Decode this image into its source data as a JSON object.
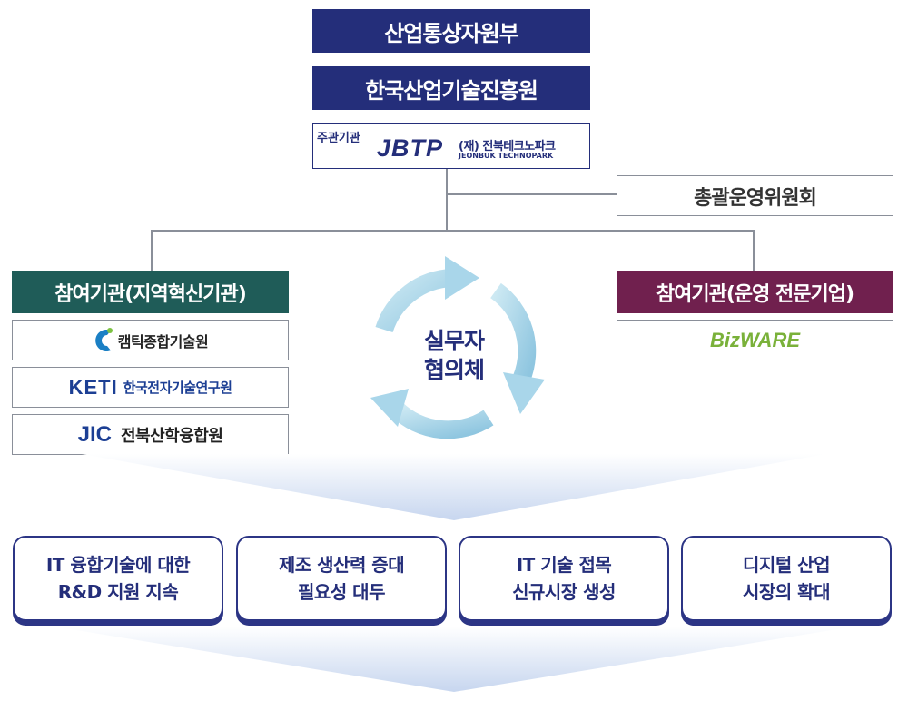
{
  "top": {
    "ministry": "산업통상자원부",
    "agency": "한국산업기술진흥원"
  },
  "lead": {
    "tag": "주관기관",
    "logo_text": "JBTP",
    "korean_name": "(재) 전북테크노파크",
    "english_name": "JEONBUK TECHNOPARK"
  },
  "committee": "총괄운영위원회",
  "left_group": {
    "header": "참여기관(지역혁신기관)",
    "orgs": [
      {
        "name": "캠틱종합기술원"
      },
      {
        "logo": "KETI",
        "name": "한국전자기술연구원"
      },
      {
        "logo": "JIC",
        "name": "전북산학융합원"
      }
    ]
  },
  "right_group": {
    "header": "참여기관(운영 전문기업)",
    "org_logo": "BizWARE"
  },
  "cycle": {
    "line1": "실무자",
    "line2": "협의체"
  },
  "outcomes": [
    {
      "line1": "IT 융합기술에 대한",
      "line2": "R&D 지원 지속"
    },
    {
      "line1": "제조 생산력 증대",
      "line2": "필요성 대두"
    },
    {
      "line1": "IT 기술 접목",
      "line2": "신규시장 생성"
    },
    {
      "line1": "디지털 산업",
      "line2": "시장의 확대"
    }
  ],
  "colors": {
    "navy": "#242e7a",
    "teal": "#1f5c58",
    "plum": "#70204e",
    "cycle_blue": "#9fd0e4"
  }
}
